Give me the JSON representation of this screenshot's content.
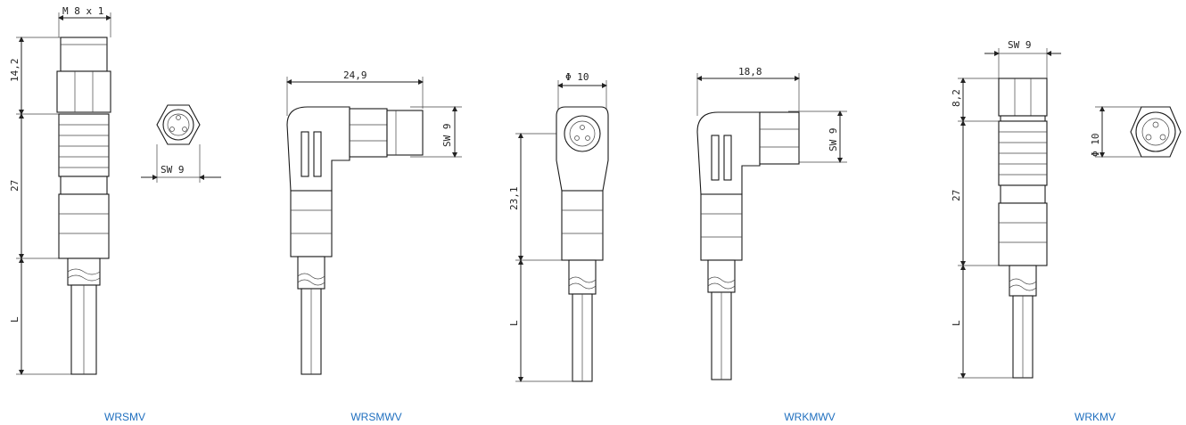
{
  "colors": {
    "line": "#1a1a1a",
    "caption": "#1f6fbf",
    "background": "#ffffff"
  },
  "drawings": [
    {
      "caption": "WRSMV",
      "dims": {
        "thread": "M 8 x 1",
        "head_len": "14,2",
        "body_len": "27",
        "cable_len": "L",
        "face_width": "SW 9"
      }
    },
    {
      "caption": "WRSMWV",
      "dims": {
        "width": "24,9",
        "face_width": "SW 9"
      }
    },
    {
      "caption": "",
      "dims": {
        "diameter": "Φ 10",
        "body_len": "23,1",
        "cable_len": "L"
      }
    },
    {
      "caption": "WRKMWV",
      "dims": {
        "width": "18,8",
        "face_width": "SW 9"
      }
    },
    {
      "caption": "WRKMV",
      "dims": {
        "top_width": "SW 9",
        "head_len": "8,2",
        "body_len": "27",
        "cable_len": "L",
        "diameter": "Φ 10"
      }
    }
  ]
}
